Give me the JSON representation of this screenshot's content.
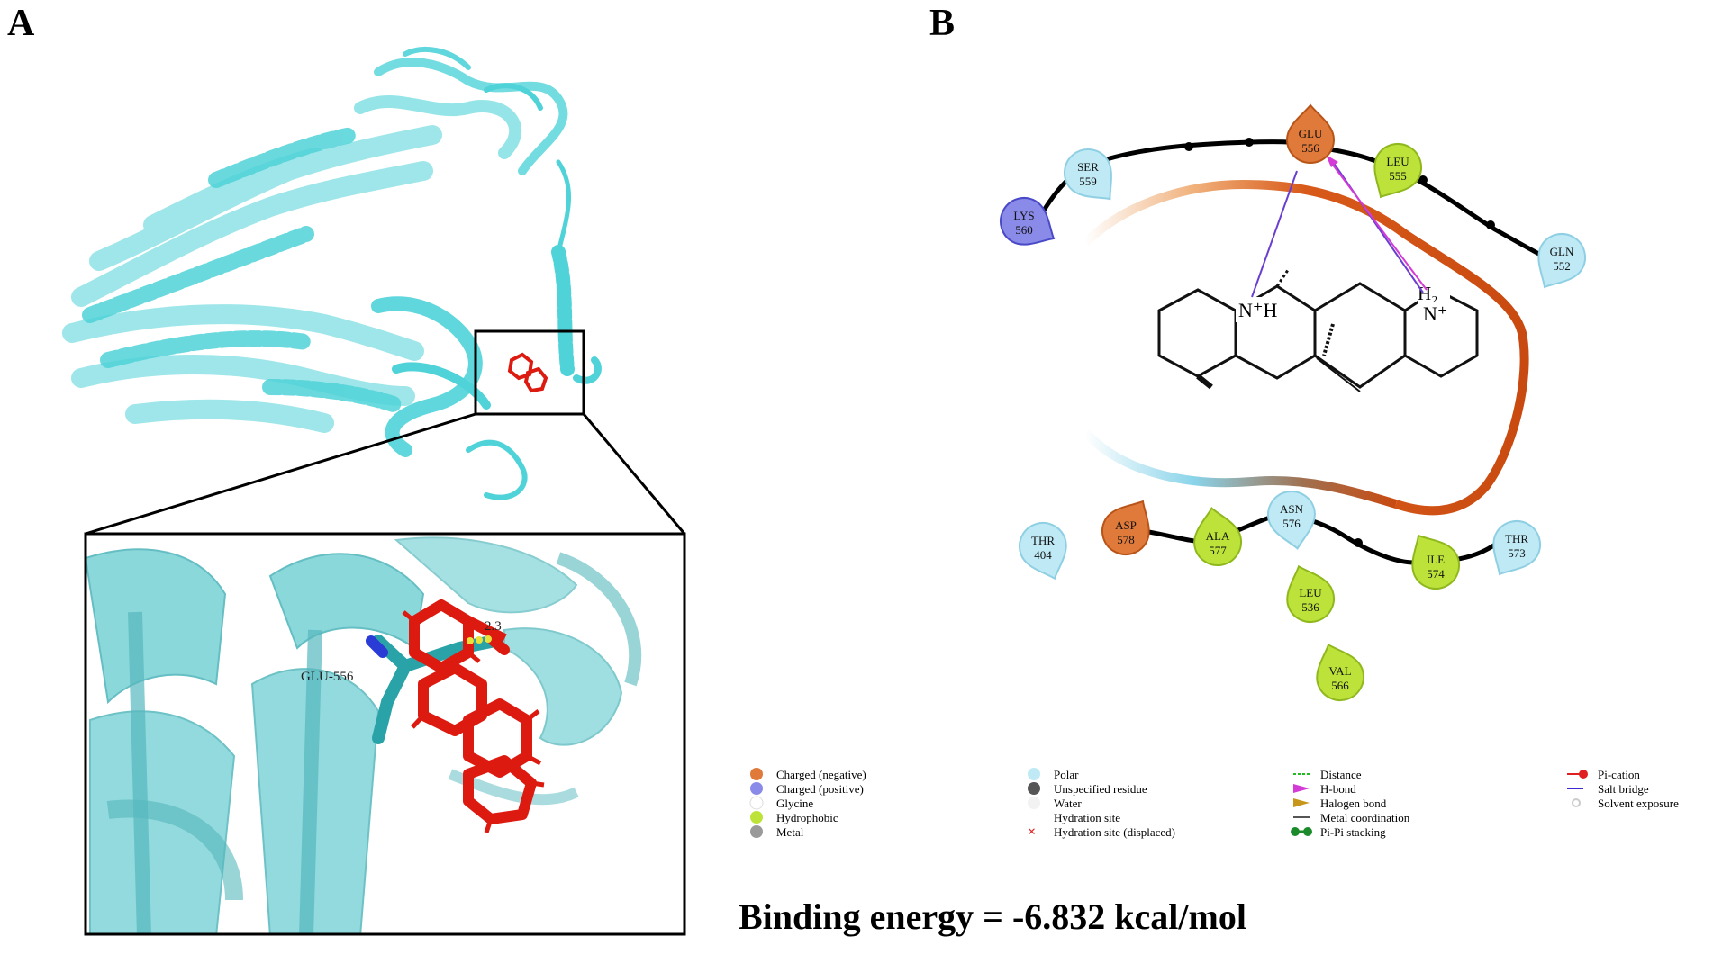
{
  "panels": {
    "a_label": "A",
    "b_label": "B"
  },
  "inset_labels": {
    "residue": "GLU-556",
    "distance": "2.3"
  },
  "residues": [
    {
      "id": "glu556",
      "name": "GLU",
      "num": "556",
      "type": "charged_negative"
    },
    {
      "id": "ser559",
      "name": "SER",
      "num": "559",
      "type": "polar"
    },
    {
      "id": "leu555",
      "name": "LEU",
      "num": "555",
      "type": "hydrophobic"
    },
    {
      "id": "lys560",
      "name": "LYS",
      "num": "560",
      "type": "charged_positive"
    },
    {
      "id": "gln552",
      "name": "GLN",
      "num": "552",
      "type": "polar"
    },
    {
      "id": "thr404",
      "name": "THR",
      "num": "404",
      "type": "polar"
    },
    {
      "id": "asp578",
      "name": "ASP",
      "num": "578",
      "type": "charged_negative"
    },
    {
      "id": "ala577",
      "name": "ALA",
      "num": "577",
      "type": "hydrophobic"
    },
    {
      "id": "asn576",
      "name": "ASN",
      "num": "576",
      "type": "polar"
    },
    {
      "id": "ile574",
      "name": "ILE",
      "num": "574",
      "type": "hydrophobic"
    },
    {
      "id": "thr573",
      "name": "THR",
      "num": "573",
      "type": "polar"
    },
    {
      "id": "leu536",
      "name": "LEU",
      "num": "536",
      "type": "hydrophobic"
    },
    {
      "id": "val566",
      "name": "VAL",
      "num": "566",
      "type": "hydrophobic"
    }
  ],
  "ligand_labels": {
    "n1": "N⁺H",
    "n2_h": "H₂",
    "n2": "N⁺"
  },
  "legend": {
    "col1": [
      "Charged (negative)",
      "Charged (positive)",
      "Glycine",
      "Hydrophobic",
      "Metal"
    ],
    "col2": [
      "Polar",
      "Unspecified residue",
      "Water",
      "Hydration site",
      "Hydration site (displaced)"
    ],
    "col3": [
      "Distance",
      "H-bond",
      "Halogen bond",
      "Metal coordination",
      "Pi-Pi stacking"
    ],
    "col4": [
      "Pi-cation",
      "Salt bridge",
      "Solvent exposure"
    ]
  },
  "binding_energy": "Binding energy = -6.832 kcal/mol",
  "colors": {
    "charged_negative": "#e07a3a",
    "charged_positive": "#8a8ae8",
    "polar": "#bfeaf5",
    "hydrophobic": "#bde33a",
    "protein": "#4fd3d8",
    "ligand": "#dd1a10",
    "salt_bridge": "#6a3fd0",
    "hbond": "#d43ad6"
  }
}
